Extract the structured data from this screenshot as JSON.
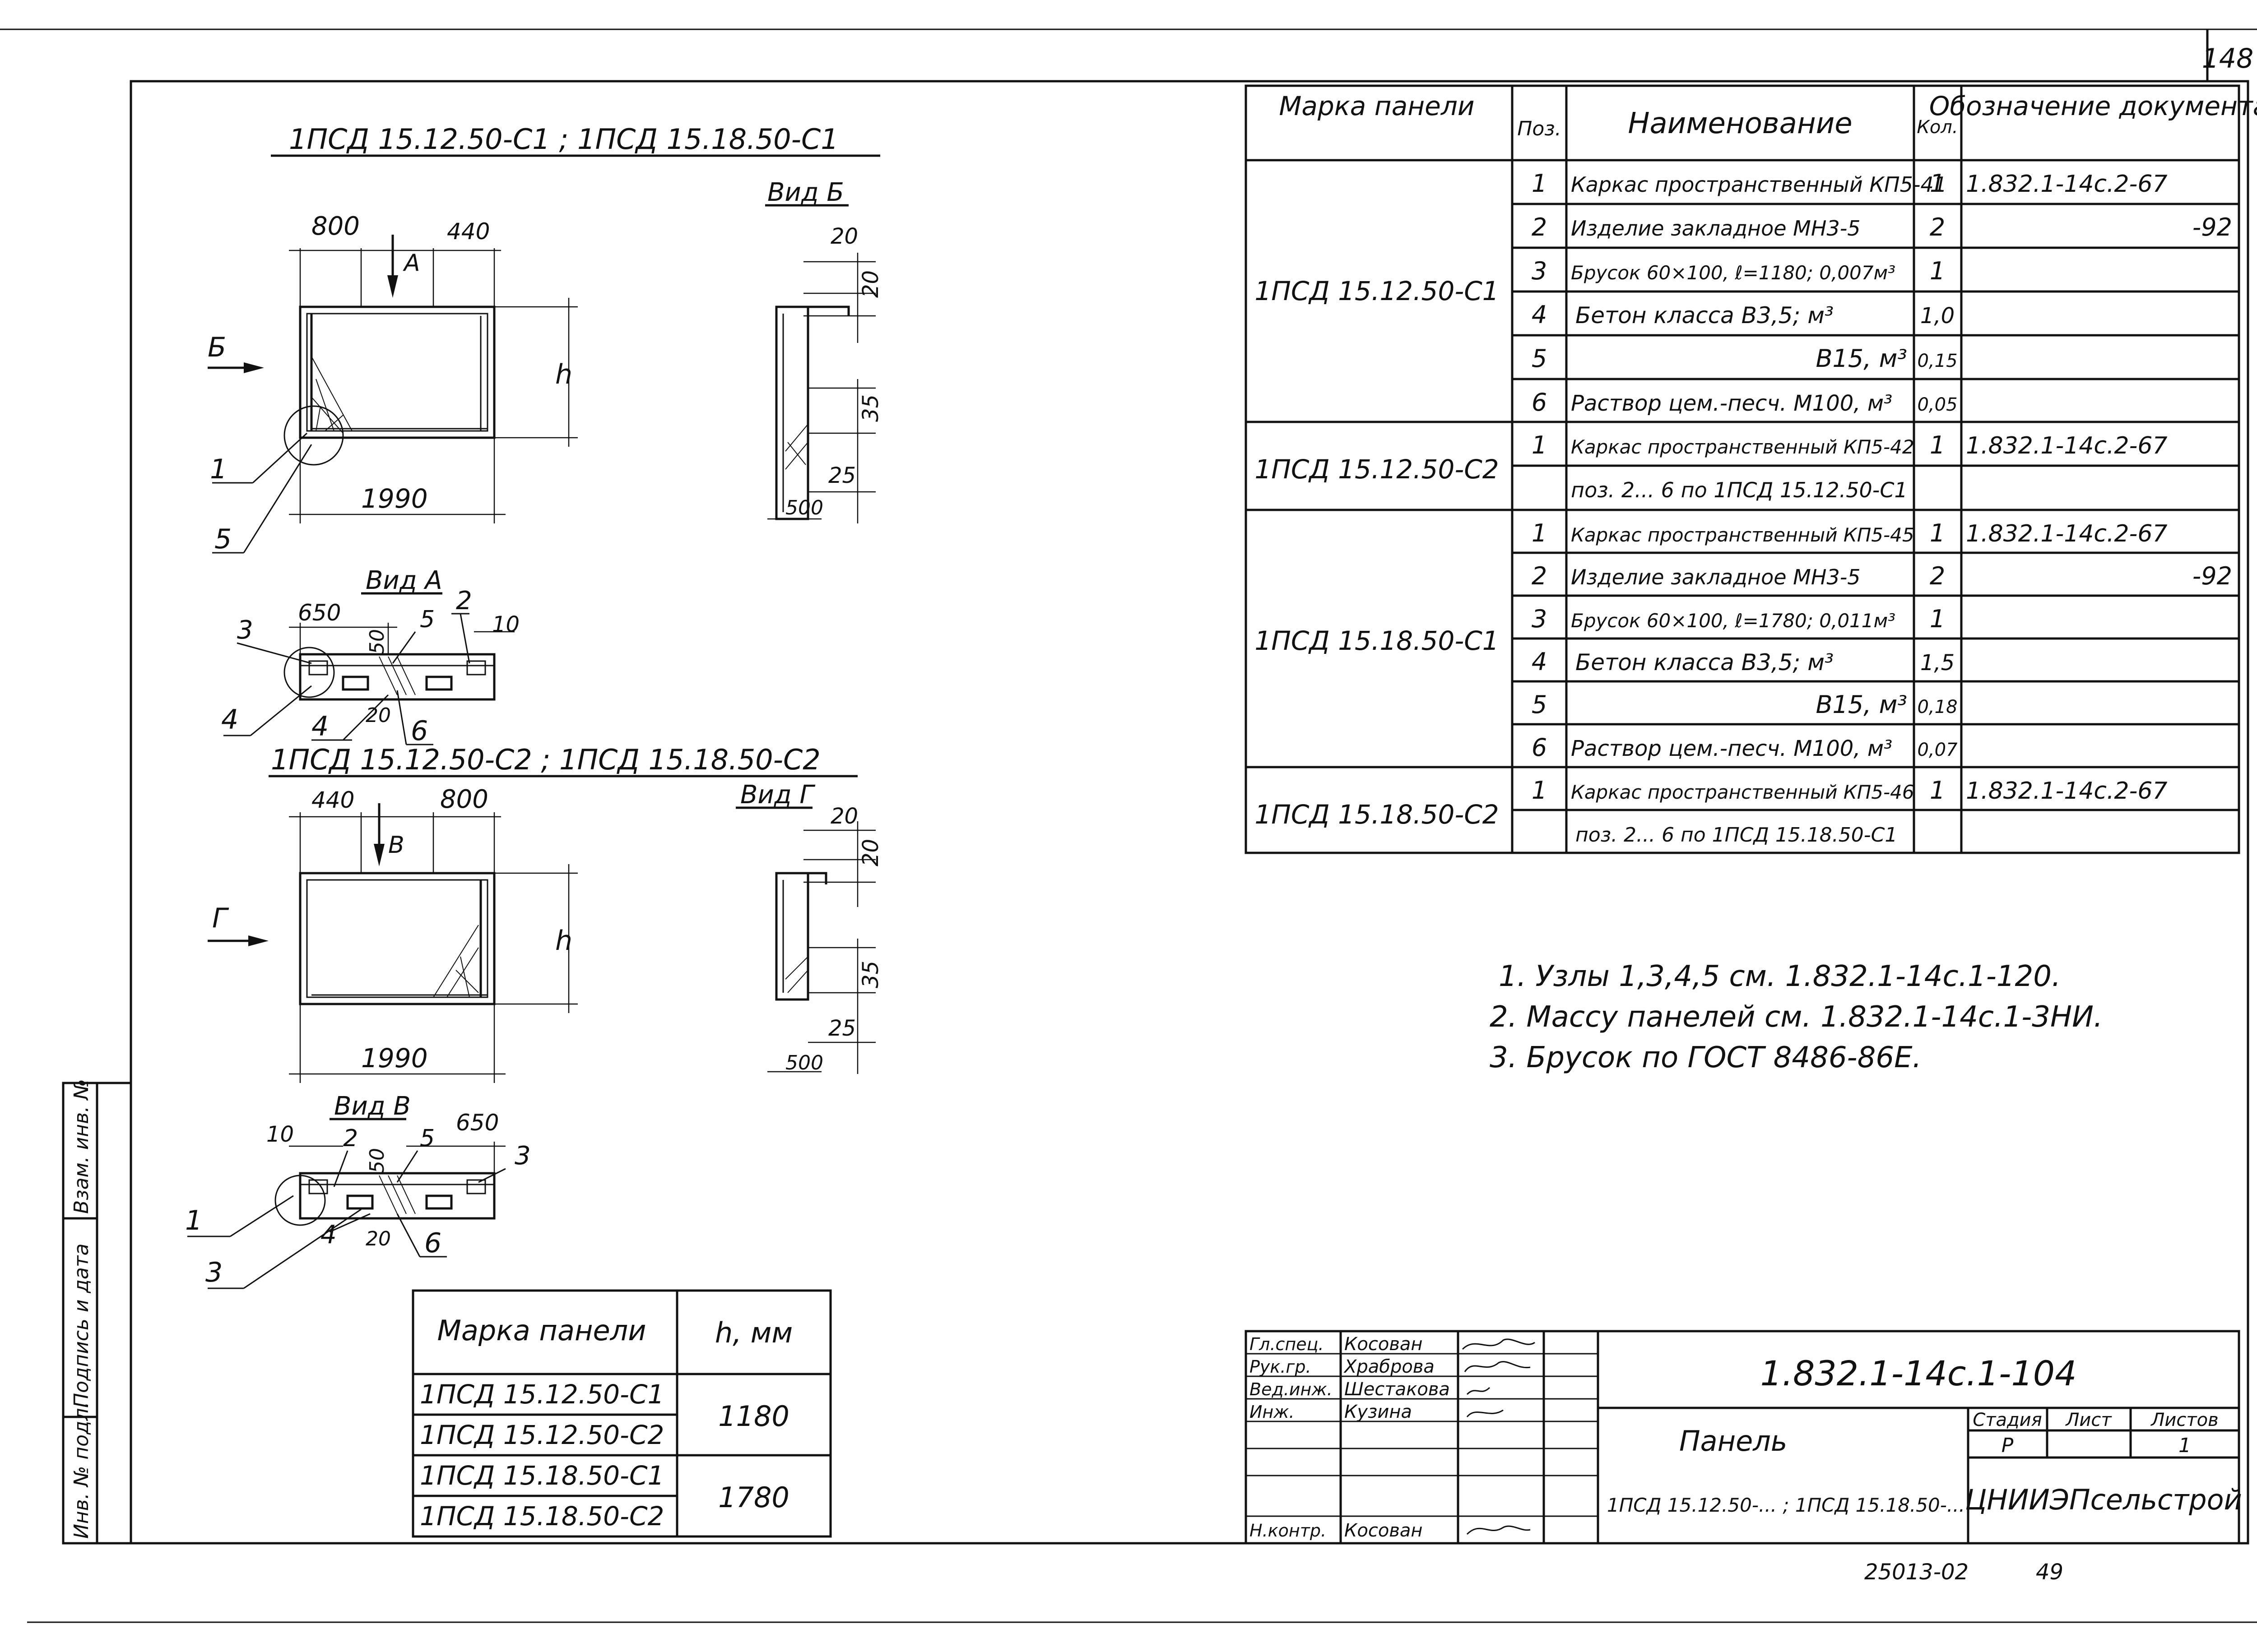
{
  "page_number": "148",
  "top_left": {
    "title": "1ПСД 15.12.50-С1 ;  1ПСД 15.18.50-С1",
    "view_b": "Вид Б",
    "view_a": "Вид А",
    "dims": {
      "d800": "800",
      "d440": "440",
      "d1990": "1990",
      "dh": "h",
      "d20a": "20",
      "d20b": "20",
      "d35": "35",
      "d25": "25",
      "d500": "500",
      "d650": "650",
      "d50": "50",
      "d10": "10",
      "d20c": "20"
    },
    "arrow_a": "А",
    "arrow_b": "Б",
    "pos": {
      "p1": "1",
      "p5": "5",
      "p3": "3",
      "p4a": "4",
      "p4b": "4",
      "p2": "2",
      "p5b": "5",
      "p6": "6"
    }
  },
  "bottom_left": {
    "title": "1ПСД 15.12.50-С2 ;  1ПСД 15.18.50-С2",
    "view_g": "Вид Г",
    "view_v": "Вид В",
    "dims": {
      "d440": "440",
      "d800": "800",
      "d1990": "1990",
      "dh": "h",
      "d20a": "20",
      "d20b": "20",
      "d35": "35",
      "d25": "25",
      "d500": "500",
      "d650": "650",
      "d50": "50",
      "d10": "10",
      "d20c": "20"
    },
    "arrow_v": "В",
    "arrow_g": "Г",
    "pos": {
      "p1": "1",
      "p3": "3",
      "p2": "2",
      "p5": "5",
      "p3b": "3",
      "p4": "4",
      "p6": "6"
    }
  },
  "spec": {
    "headers": {
      "mark": "Марка панели",
      "pos": "Поз.",
      "name": "Наименование",
      "qty": "Кол.",
      "doc": "Обозначение документа"
    },
    "groups": [
      {
        "mark": "1ПСД 15.12.50-С1",
        "rows": [
          {
            "pos": "1",
            "name": "Каркас пространственный КП5-41",
            "qty": "1",
            "doc": "1.832.1-14с.2-67"
          },
          {
            "pos": "2",
            "name": "Изделие закладное МН3-5",
            "qty": "2",
            "doc": "-92"
          },
          {
            "pos": "3",
            "name": "Брусок 60×100, ℓ=1180; 0,007м³",
            "qty": "1",
            "doc": ""
          },
          {
            "pos": "4",
            "name": "Бетон класса В3,5;  м³",
            "qty": "1,0",
            "doc": ""
          },
          {
            "pos": "5",
            "name": "В15,  м³",
            "qty": "0,15",
            "doc": ""
          },
          {
            "pos": "6",
            "name": "Раствор цем.-песч. М100, м³",
            "qty": "0,05",
            "doc": ""
          }
        ]
      },
      {
        "mark": "1ПСД 15.12.50-С2",
        "rows": [
          {
            "pos": "1",
            "name": "Каркас пространственный КП5-42",
            "qty": "1",
            "doc": "1.832.1-14с.2-67"
          },
          {
            "pos": "",
            "name": "поз. 2... 6 по 1ПСД 15.12.50-С1",
            "qty": "",
            "doc": ""
          }
        ]
      },
      {
        "mark": "1ПСД 15.18.50-С1",
        "rows": [
          {
            "pos": "1",
            "name": "Каркас пространственный КП5-45",
            "qty": "1",
            "doc": "1.832.1-14с.2-67"
          },
          {
            "pos": "2",
            "name": "Изделие закладное МН3-5",
            "qty": "2",
            "doc": "-92"
          },
          {
            "pos": "3",
            "name": "Брусок 60×100, ℓ=1780; 0,011м³",
            "qty": "1",
            "doc": ""
          },
          {
            "pos": "4",
            "name": "Бетон класса В3,5;  м³",
            "qty": "1,5",
            "doc": ""
          },
          {
            "pos": "5",
            "name": "В15,  м³",
            "qty": "0,18",
            "doc": ""
          },
          {
            "pos": "6",
            "name": "Раствор цем.-песч. М100, м³",
            "qty": "0,07",
            "doc": ""
          }
        ]
      },
      {
        "mark": "1ПСД 15.18.50-С2",
        "rows": [
          {
            "pos": "1",
            "name": "Каркас пространственный КП5-46",
            "qty": "1",
            "doc": "1.832.1-14с.2-67"
          },
          {
            "pos": "",
            "name": "поз. 2... 6 по 1ПСД 15.18.50-С1",
            "qty": "",
            "doc": ""
          }
        ]
      }
    ]
  },
  "notes": [
    "1. Узлы 1,3,4,5 см. 1.832.1-14с.1-120.",
    "2. Массу панелей см. 1.832.1-14с.1-3НИ.",
    "3. Брусок по ГОСТ 8486-86Е."
  ],
  "h_table": {
    "header_mark": "Марка панели",
    "header_h": "h, мм",
    "marks": [
      "1ПСД 15.12.50-С1",
      "1ПСД 15.12.50-С2",
      "1ПСД 15.18.50-С1",
      "1ПСД 15.18.50-С2"
    ],
    "values": [
      "1180",
      "1780"
    ]
  },
  "side_stamp": [
    "Инв. № подл.",
    "Подпись и дата",
    "Взам. инв. №"
  ],
  "title_block": {
    "roles": [
      "Гл.спец.",
      "Рук.гр.",
      "Вед.инж.",
      "Инж.",
      "",
      "",
      "Н.контр."
    ],
    "names": [
      "Косован",
      "Храброва",
      "Шестакова",
      "Кузина",
      "",
      "",
      "Косован"
    ],
    "code": "1.832.1-14с.1-104",
    "title": "Панель",
    "subtitle": "1ПСД 15.12.50-... ; 1ПСД 15.18.50-...",
    "stage_label": "Стадия",
    "sheet_label": "Лист",
    "sheets_label": "Листов",
    "stage": "Р",
    "sheet": "",
    "sheets": "1",
    "org": "ЦНИИЭПсельстрой"
  },
  "footer": {
    "archive": "25013-02",
    "num": "49"
  }
}
